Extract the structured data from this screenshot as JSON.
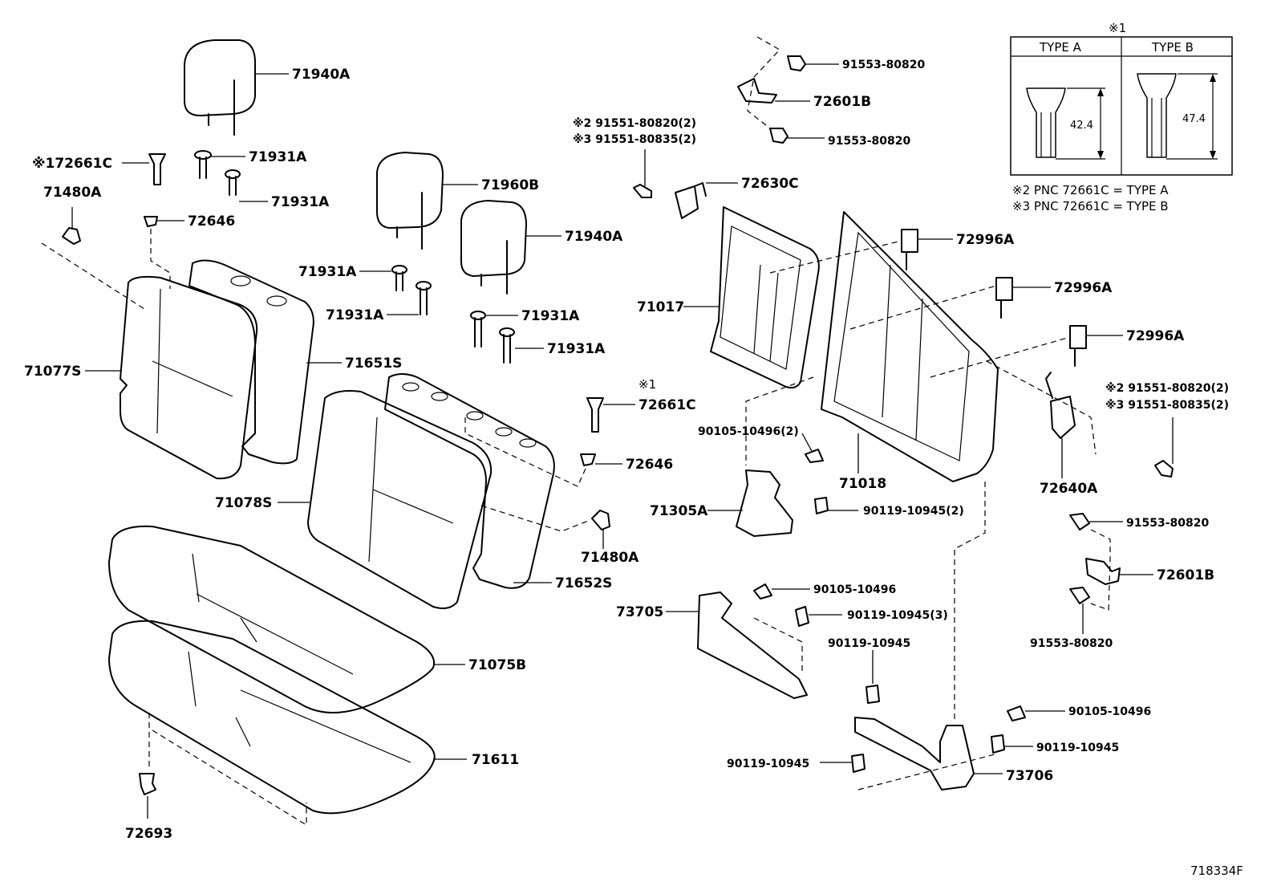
{
  "labels": {
    "p71940a_1": "71940A",
    "p72661c_1": "※172661C",
    "p71931a_1": "71931A",
    "p71931a_2": "71931A",
    "p71480a_1": "71480A",
    "p72646_1": "72646",
    "p71960b": "71960B",
    "p71940a_2": "71940A",
    "p71931a_3": "71931A",
    "p71931a_4": "71931A",
    "p71931a_5": "71931A",
    "p71931a_6": "71931A",
    "p71077s": "71077S",
    "p71651s": "71651S",
    "mark1_mid": "※1",
    "p72661c_2": "72661C",
    "p72646_2": "72646",
    "p71078s": "71078S",
    "p71480a_2": "71480A",
    "p71652s": "71652S",
    "p71075b": "71075B",
    "p71611": "71611",
    "p72693": "72693",
    "b91553_1": "91553-80820",
    "p72601b_1": "72601B",
    "b91553_2": "91553-80820",
    "note2_left": "※2 91551-80820(2)",
    "note3_left": "※3 91551-80835(2)",
    "p72630c": "72630C",
    "p72996a_1": "72996A",
    "p72996a_2": "72996A",
    "p72996a_3": "72996A",
    "p71017": "71017",
    "p71018": "71018",
    "b90105_2x": "90105-10496(2)",
    "p71305a": "71305A",
    "b90119_2x": "90119-10945(2)",
    "note2_right": "※2 91551-80820(2)",
    "note3_right": "※3 91551-80835(2)",
    "p72640a": "72640A",
    "b91553_3": "91553-80820",
    "p72601b_2": "72601B",
    "b91553_4": "91553-80820",
    "b90105_a": "90105-10496",
    "b90119_3x": "90119-10945(3)",
    "p73705": "73705",
    "b90119_a": "90119-10945",
    "b90105_b": "90105-10496",
    "b90119_b": "90119-10945",
    "b90119_c": "90119-10945",
    "p73706": "73706",
    "diagram_code": "718334F"
  },
  "type_box": {
    "mark": "※1",
    "col_a": "TYPE A",
    "col_b": "TYPE B",
    "dim_a": "42.4",
    "dim_b": "47.4",
    "note_a": "※2 PNC 72661C = TYPE A",
    "note_b": "※3 PNC 72661C = TYPE B"
  }
}
